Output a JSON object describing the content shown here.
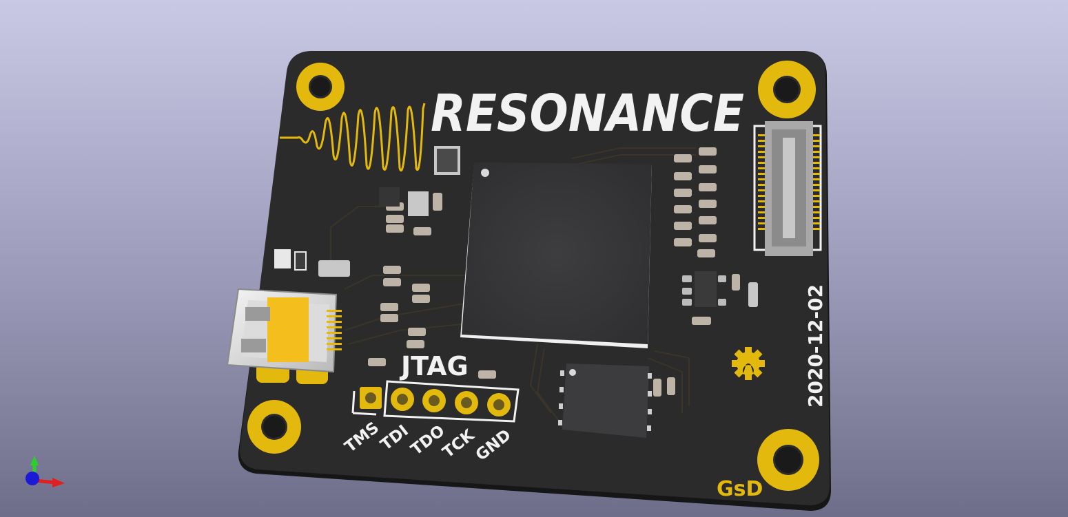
{
  "board": {
    "logo_text": "RESONANCE",
    "date_text": "2020-12-02",
    "author_text": "GsD",
    "jtag_title": "JTAG",
    "jtag_pins": [
      "TMS",
      "TDI",
      "TDO",
      "TCK",
      "GND"
    ]
  },
  "colors": {
    "solder_mask": "#2b2b2b",
    "gold": "#e4b90e",
    "silkscreen": "#f2f2f2",
    "background_top": "#c9c9e6",
    "background_bottom": "#6e6e8a"
  },
  "axes_gizmo": {
    "icons": [
      "x-axis-arrow-icon",
      "y-axis-arrow-icon",
      "z-axis-dot-icon"
    ]
  }
}
